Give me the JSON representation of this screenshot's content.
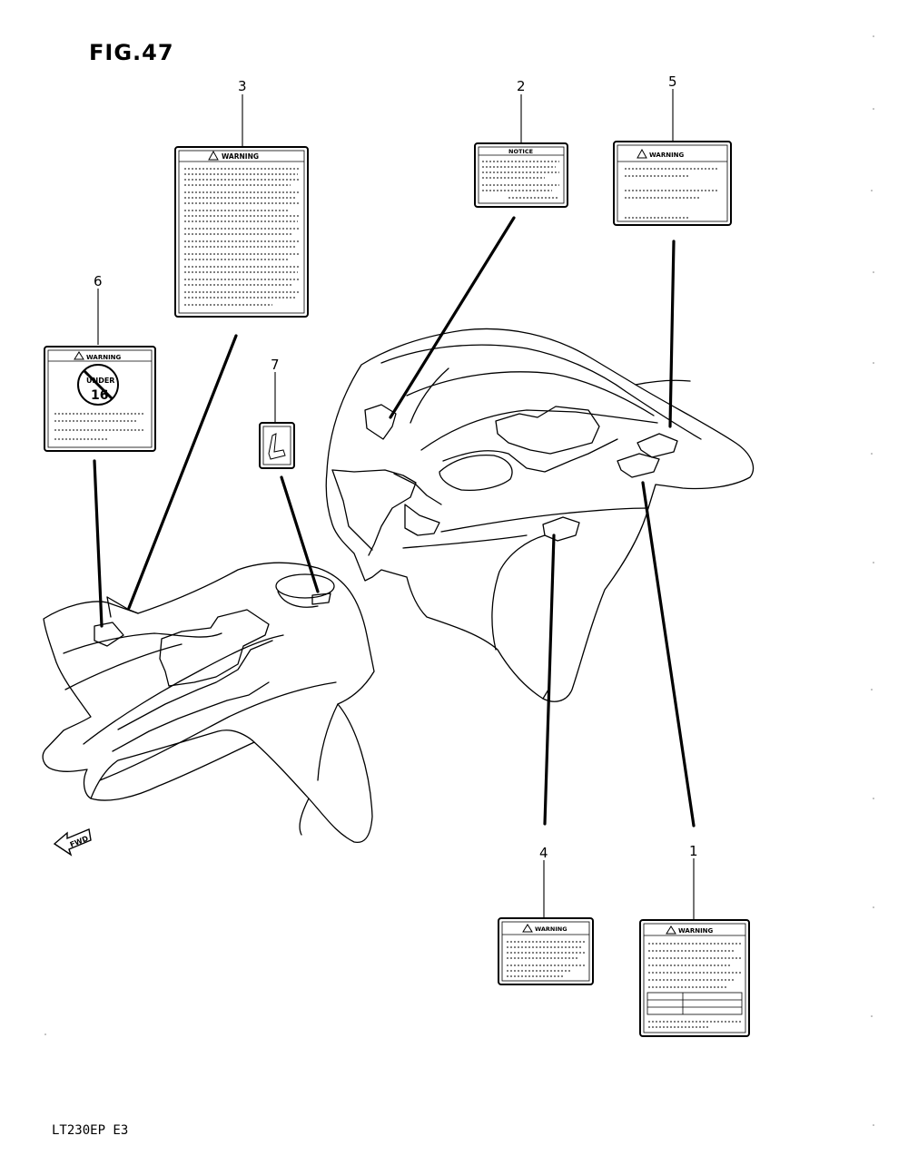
{
  "figure": {
    "title": "FIG.47",
    "footer": "LT230EP  E3"
  },
  "callouts": [
    "1",
    "2",
    "3",
    "4",
    "5",
    "6",
    "7"
  ],
  "labels": {
    "warning": "WARNING",
    "notice": "NOTICE",
    "under": "UNDER",
    "age": "16"
  },
  "direction_arrow": "FWD"
}
